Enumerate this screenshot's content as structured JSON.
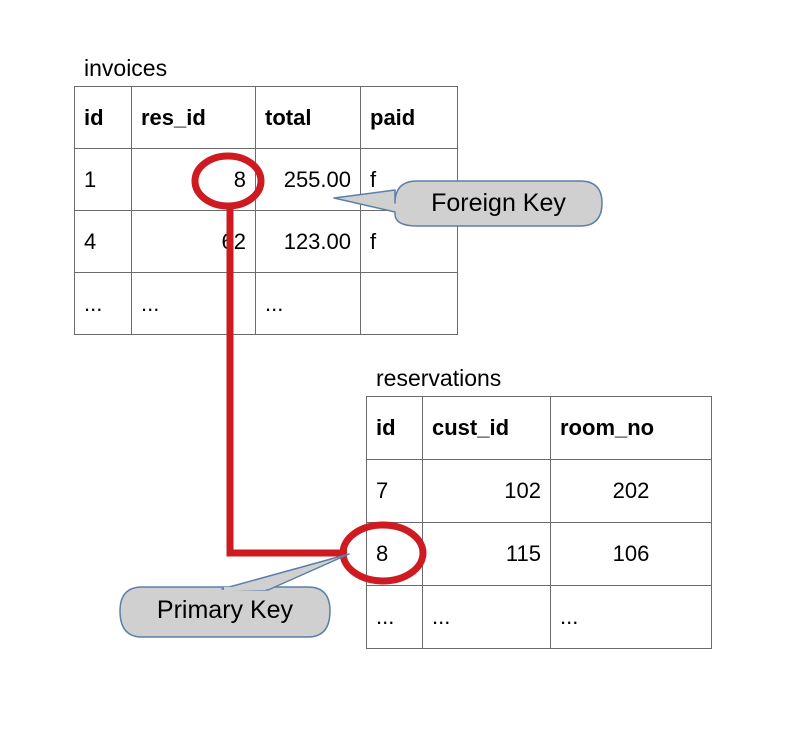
{
  "diagram": {
    "type": "database-relationship",
    "colors": {
      "connector": "#ce1b22",
      "highlight_ellipse": "#ce1b22",
      "callout_fill": "#d0d0d0",
      "callout_border": "#5a7fa8",
      "table_border": "#6b6b6b",
      "text": "#000000",
      "background": "#ffffff"
    }
  },
  "tables": {
    "invoices": {
      "title": "invoices",
      "columns": [
        {
          "name": "id",
          "align": "left"
        },
        {
          "name": "res_id",
          "align": "right"
        },
        {
          "name": "total",
          "align": "right"
        },
        {
          "name": "paid",
          "align": "left"
        }
      ],
      "rows": [
        {
          "id": "1",
          "res_id": "8",
          "total": "255.00",
          "paid": "f"
        },
        {
          "id": "4",
          "res_id": "62",
          "total": "123.00",
          "paid": "f"
        },
        {
          "id": "...",
          "res_id": "...",
          "total": "...",
          "paid": ""
        }
      ]
    },
    "reservations": {
      "title": "reservations",
      "columns": [
        {
          "name": "id",
          "align": "left"
        },
        {
          "name": "cust_id",
          "align": "right"
        },
        {
          "name": "room_no",
          "align": "center"
        }
      ],
      "rows": [
        {
          "id": "7",
          "cust_id": "102",
          "room_no": "202"
        },
        {
          "id": "8",
          "cust_id": "115",
          "room_no": "106"
        },
        {
          "id": "...",
          "cust_id": "...",
          "room_no": "..."
        }
      ]
    }
  },
  "annotations": {
    "foreign_key": {
      "label": "Foreign Key",
      "points_to": {
        "table": "invoices",
        "column": "res_id",
        "row": 0,
        "value": "8"
      }
    },
    "primary_key": {
      "label": "Primary Key",
      "points_to": {
        "table": "reservations",
        "column": "id",
        "row": 1,
        "value": "8"
      }
    },
    "relationship": {
      "from": {
        "table": "invoices",
        "column": "res_id",
        "value": "8"
      },
      "to": {
        "table": "reservations",
        "column": "id",
        "value": "8"
      }
    }
  }
}
